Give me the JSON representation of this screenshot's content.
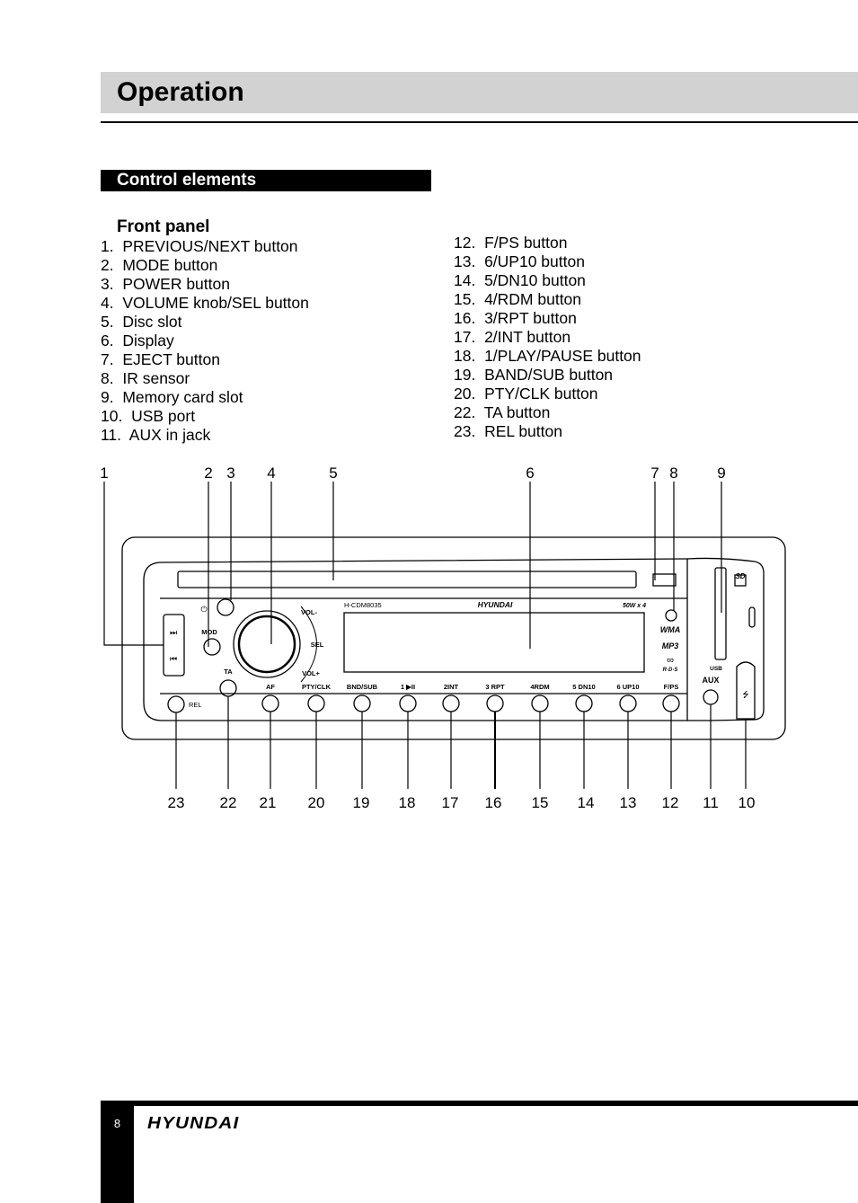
{
  "header": {
    "title": "Operation"
  },
  "section": {
    "title": "Control elements"
  },
  "front_panel": {
    "title": "Front panel",
    "items_left": [
      {
        "num": "1.",
        "label": "PREVIOUS/NEXT button"
      },
      {
        "num": "2.",
        "label": "MODE button"
      },
      {
        "num": "3.",
        "label": "POWER button"
      },
      {
        "num": "4.",
        "label": "VOLUME knob/SEL button"
      },
      {
        "num": "5.",
        "label": "Disc slot"
      },
      {
        "num": "6.",
        "label": "Display"
      },
      {
        "num": "7.",
        "label": "EJECT button"
      },
      {
        "num": "8.",
        "label": "IR sensor"
      },
      {
        "num": "9.",
        "label": "Memory card slot"
      },
      {
        "num": "10.",
        "label": "USB port"
      },
      {
        "num": "11.",
        "label": "AUX in jack"
      }
    ],
    "items_right": [
      {
        "num": "12.",
        "label": "F/PS button"
      },
      {
        "num": "13.",
        "label": "6/UP10 button"
      },
      {
        "num": "14.",
        "label": "5/DN10 button"
      },
      {
        "num": "15.",
        "label": "4/RDM button"
      },
      {
        "num": "16.",
        "label": "3/RPT button"
      },
      {
        "num": "17.",
        "label": "2/INT button"
      },
      {
        "num": "18.",
        "label": "1/PLAY/PAUSE button"
      },
      {
        "num": "19.",
        "label": "BAND/SUB button"
      },
      {
        "num": "20.",
        "label": "PTY/CLK button"
      },
      {
        "num": "22.",
        "label": "TA button"
      },
      {
        "num": "23.",
        "label": "REL button"
      }
    ]
  },
  "diagram": {
    "top_callouts": [
      "1",
      "2",
      "3",
      "4",
      "5",
      "6",
      "7",
      "8",
      "9"
    ],
    "bottom_callouts": [
      "23",
      "22",
      "21",
      "20",
      "19",
      "18",
      "17",
      "16",
      "15",
      "14",
      "13",
      "12",
      "11",
      "10"
    ],
    "panel_labels": {
      "model": "H-CDM8035",
      "brand": "HYUNDAI",
      "power_rating": "50W x 4",
      "vol_minus": "VOL-",
      "vol_plus": "VOL+",
      "sel": "SEL",
      "mod": "MOD",
      "ta": "TA",
      "rel": "REL",
      "aux": "AUX",
      "wma": "WMA",
      "mp3": "MP3",
      "rds": "R·D·S",
      "usb": "USB",
      "sd": "SD",
      "af": "AF",
      "pty_clk": "PTY/CLK",
      "bnd_sub": "BND/SUB",
      "b1": "1 ▶II",
      "b2": "2INT",
      "b3": "3 RPT",
      "b4": "4RDM",
      "b5": "5 DN10",
      "b6": "6 UP10",
      "fps": "F/PS"
    }
  },
  "footer": {
    "page": "8",
    "brand": "HYUNDAI"
  }
}
